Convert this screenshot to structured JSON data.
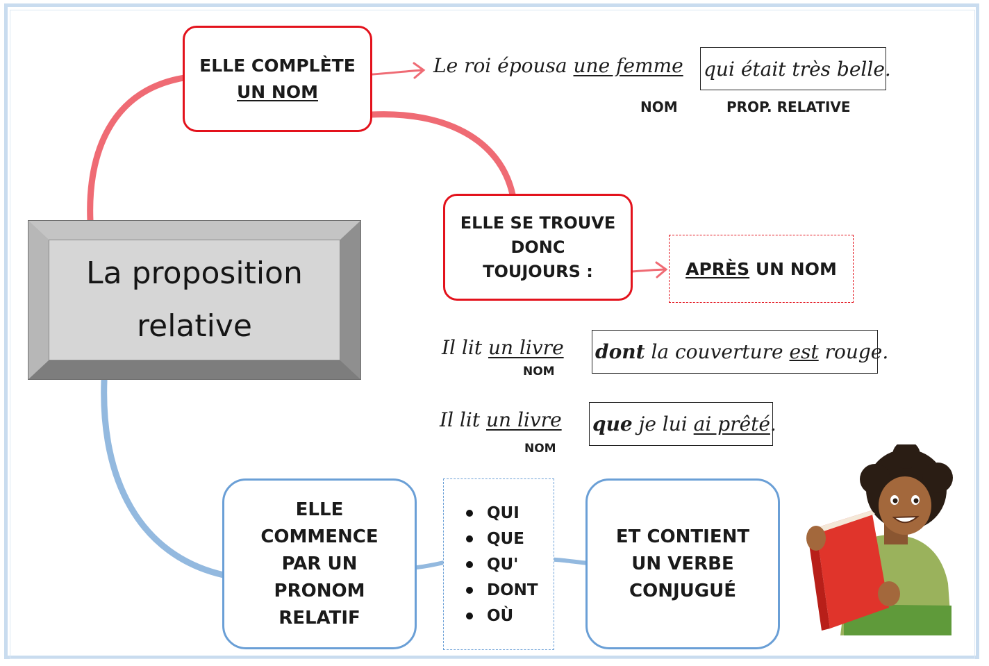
{
  "title": {
    "line1": "La proposition",
    "line2": "relative"
  },
  "complement": {
    "line1": "ELLE COMPLÈTE",
    "line2": "UN NOM"
  },
  "example1": {
    "before": "Le roi épousa ",
    "noun": "une femme",
    "relative": "qui était très belle.",
    "noun_tag": "NOM",
    "relative_tag": "PROP. RELATIVE"
  },
  "position": {
    "line1": "ELLE SE TROUVE",
    "line2": "DONC",
    "line3": "TOUJOURS :"
  },
  "after_noun": {
    "apres": "APRÈS",
    "rest": " UN NOM"
  },
  "example2": {
    "before": "Il lit ",
    "noun": "un livre",
    "pronoun": "dont",
    "middle": " la couverture ",
    "verb": "est",
    "end": " rouge.",
    "noun_tag": "NOM"
  },
  "example3": {
    "before": "Il lit ",
    "noun": "un livre",
    "pronoun": "que",
    "middle": " je lui ",
    "verb": "ai prêté",
    "end": ".",
    "noun_tag": "NOM"
  },
  "starts_with": {
    "line1": "ELLE",
    "line2": "COMMENCE",
    "line3": "PAR UN",
    "line4": "PRONOM",
    "line5": "RELATIF"
  },
  "pronouns": [
    "QUI",
    "QUE",
    "QU'",
    "DONT",
    "OÙ"
  ],
  "contains_verb": {
    "line1": "ET CONTIENT",
    "line2": "UN VERBE",
    "line3": "CONJUGUÉ"
  },
  "colors": {
    "red": "#e3121c",
    "blue": "#6a9fd6",
    "red_connector": "#ef6b74",
    "blue_connector": "#93b9df"
  }
}
